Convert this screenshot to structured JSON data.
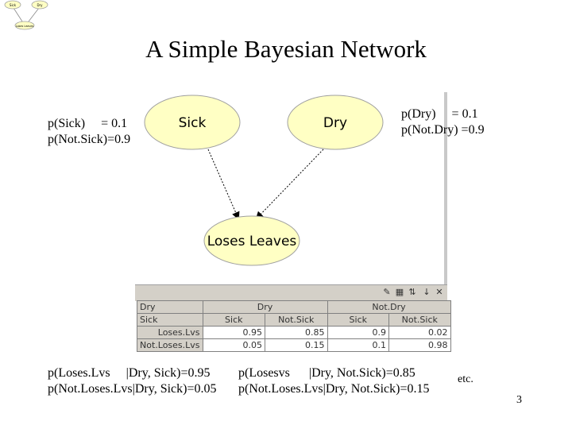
{
  "title": "A Simple Bayesian Network",
  "nodes": {
    "sick": "Sick",
    "dry": "Dry",
    "loses": "Loses Leaves"
  },
  "thumbnail": {
    "sick": "Sick",
    "dry": "Dry",
    "loses": "Loses Leaves"
  },
  "probs": {
    "sick_1": "p(Sick)     = 0.1",
    "sick_2": "p(Not.Sick)=0.9",
    "dry_1": "p(Dry)     = 0.1",
    "dry_2": "p(Not.Dry) =0.9",
    "bl_1": "p(Loses.Lvs     |Dry, Sick)=0.95",
    "bl_2": "p(Not.Loses.Lvs|Dry, Sick)=0.05",
    "bm_1": "p(Losesvs      |Dry, Not.Sick)=0.85",
    "bm_2": "p(Not.Loses.Lvs|Dry, Not.Sick)=0.15",
    "etc": "etc."
  },
  "table": {
    "row_dry": "Dry",
    "row_sick": "Sick",
    "dry_values": [
      "Dry",
      "Not.Dry"
    ],
    "sick_values": [
      "Sick",
      "Not.Sick",
      "Sick",
      "Not.Sick"
    ],
    "rows": [
      {
        "label": "Loses.Lvs",
        "values": [
          "0.95",
          "0.85",
          "0.9",
          "0.02"
        ]
      },
      {
        "label": "Not.Loses.Lvs",
        "values": [
          "0.05",
          "0.15",
          "0.1",
          "0.98"
        ]
      }
    ]
  },
  "colors": {
    "node_fill": "#ffffc4",
    "node_stroke": "#a0a0a0",
    "arrow": "#000000"
  },
  "page_number": "3"
}
